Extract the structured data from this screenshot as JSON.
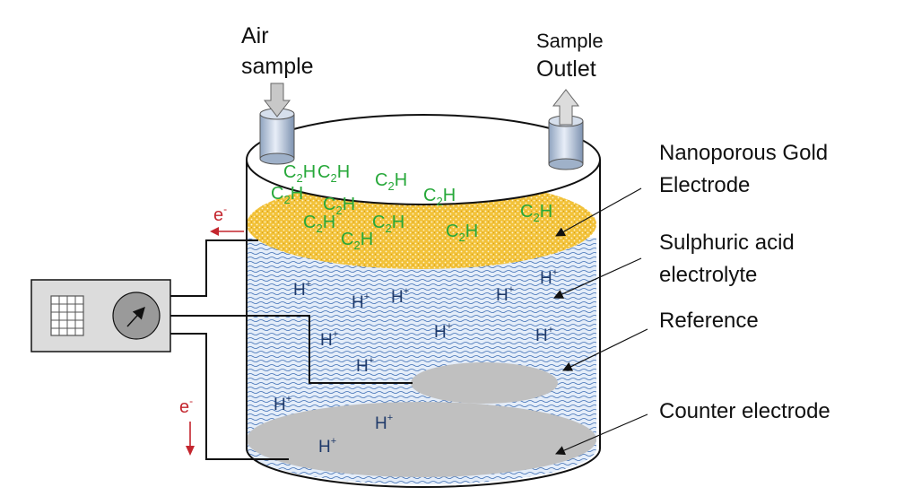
{
  "labels": {
    "air_sample_line1": "Air",
    "air_sample_line2": "sample",
    "sample_outlet_line1": "Sample",
    "sample_outlet_line2": "Outlet",
    "gold_electrode_line1": "Nanoporous Gold",
    "gold_electrode_line2": "Electrode",
    "electrolyte_line1": "Sulphuric acid",
    "electrolyte_line2": "electrolyte",
    "reference": "Reference",
    "counter_electrode": "Counter electrode"
  },
  "molecules": {
    "base": "C",
    "sub": "2",
    "suffix": "H"
  },
  "ion": {
    "base": "H",
    "sup": "+"
  },
  "electron": {
    "base": "e",
    "sup": "-"
  },
  "colors": {
    "gold": "#f2c23a",
    "liquid": "#dfe9f7",
    "wave": "#3f6fb5",
    "plate": "#c0c0c0",
    "ion_text": "#1f3a6a",
    "molecule_text": "#27a83a",
    "electron_text": "#c4262e",
    "meter_body": "#dcdcdc"
  }
}
